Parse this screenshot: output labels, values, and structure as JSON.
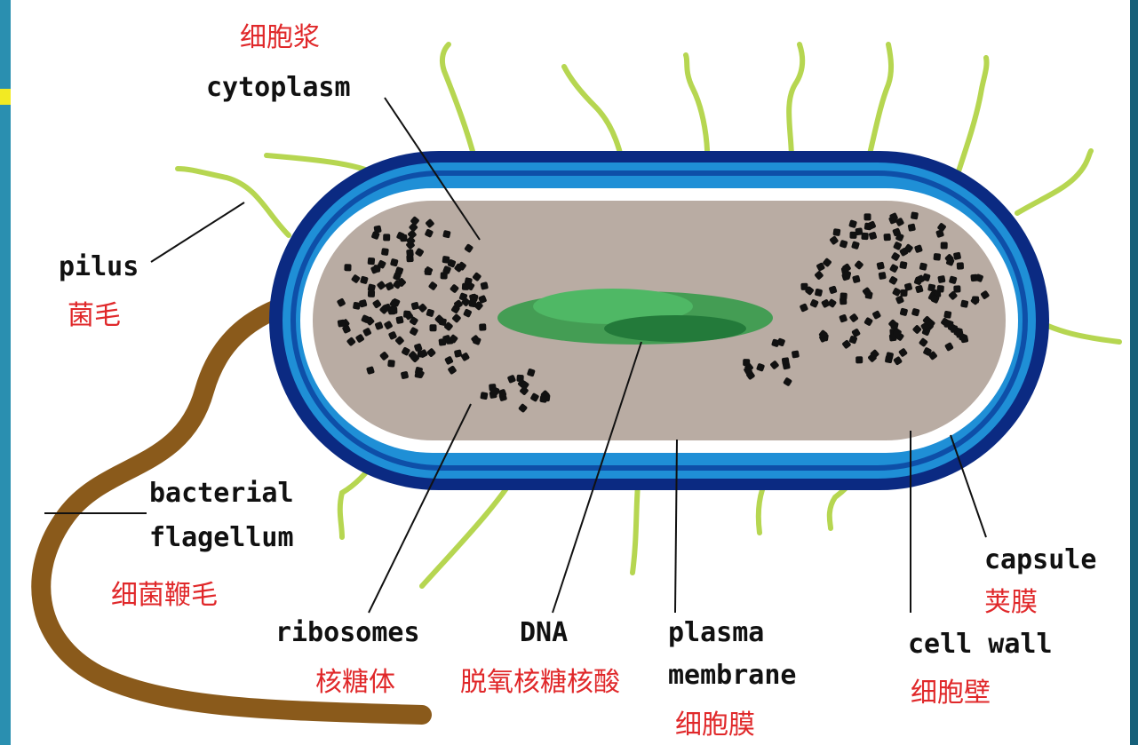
{
  "labels": {
    "cytoplasm": {
      "zh": "细胞浆",
      "en": "cytoplasm"
    },
    "pilus": {
      "en": "pilus",
      "zh": "菌毛"
    },
    "flagellum": {
      "en1": "bacterial",
      "en2": "flagellum",
      "zh": "细菌鞭毛"
    },
    "ribosomes": {
      "en": "ribosomes",
      "zh": "核糖体"
    },
    "dna": {
      "en": "DNA",
      "zh": "脱氧核糖核酸"
    },
    "plasma_membrane": {
      "en1": "plasma",
      "en2": "membrane",
      "zh": "细胞膜"
    },
    "cell_wall": {
      "en": "cell wall",
      "zh": "细胞壁"
    },
    "capsule": {
      "en": "capsule",
      "zh": "荚膜"
    }
  },
  "colors": {
    "capsule": "#0b2a82",
    "cell_wall": "#1f8fd6",
    "membrane": "#ffffff",
    "cytoplasm": "#b9aca3",
    "dna": "#2f9a47",
    "ribosome": "#111111",
    "pili": "#b6d651",
    "flagellum": "#8a5a1b",
    "label_zh": "#e0282a",
    "background": "#1f6f8a"
  }
}
